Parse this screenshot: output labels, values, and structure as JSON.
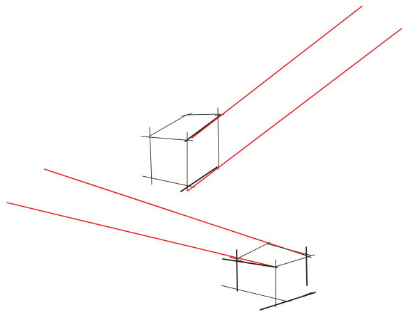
{
  "figure": {
    "background": "#ffffff",
    "colors": {
      "projection_line": "#e8242a",
      "ink": "#3a3a2e",
      "ink_bold": "#1e1e18"
    },
    "objects": [
      {
        "name": "upper-box-sketch",
        "kind": "wireframe-box"
      },
      {
        "name": "lower-box-sketch",
        "kind": "wireframe-box"
      }
    ],
    "projection_lines": {
      "upper_box_count": 2,
      "lower_box_count": 2
    }
  }
}
